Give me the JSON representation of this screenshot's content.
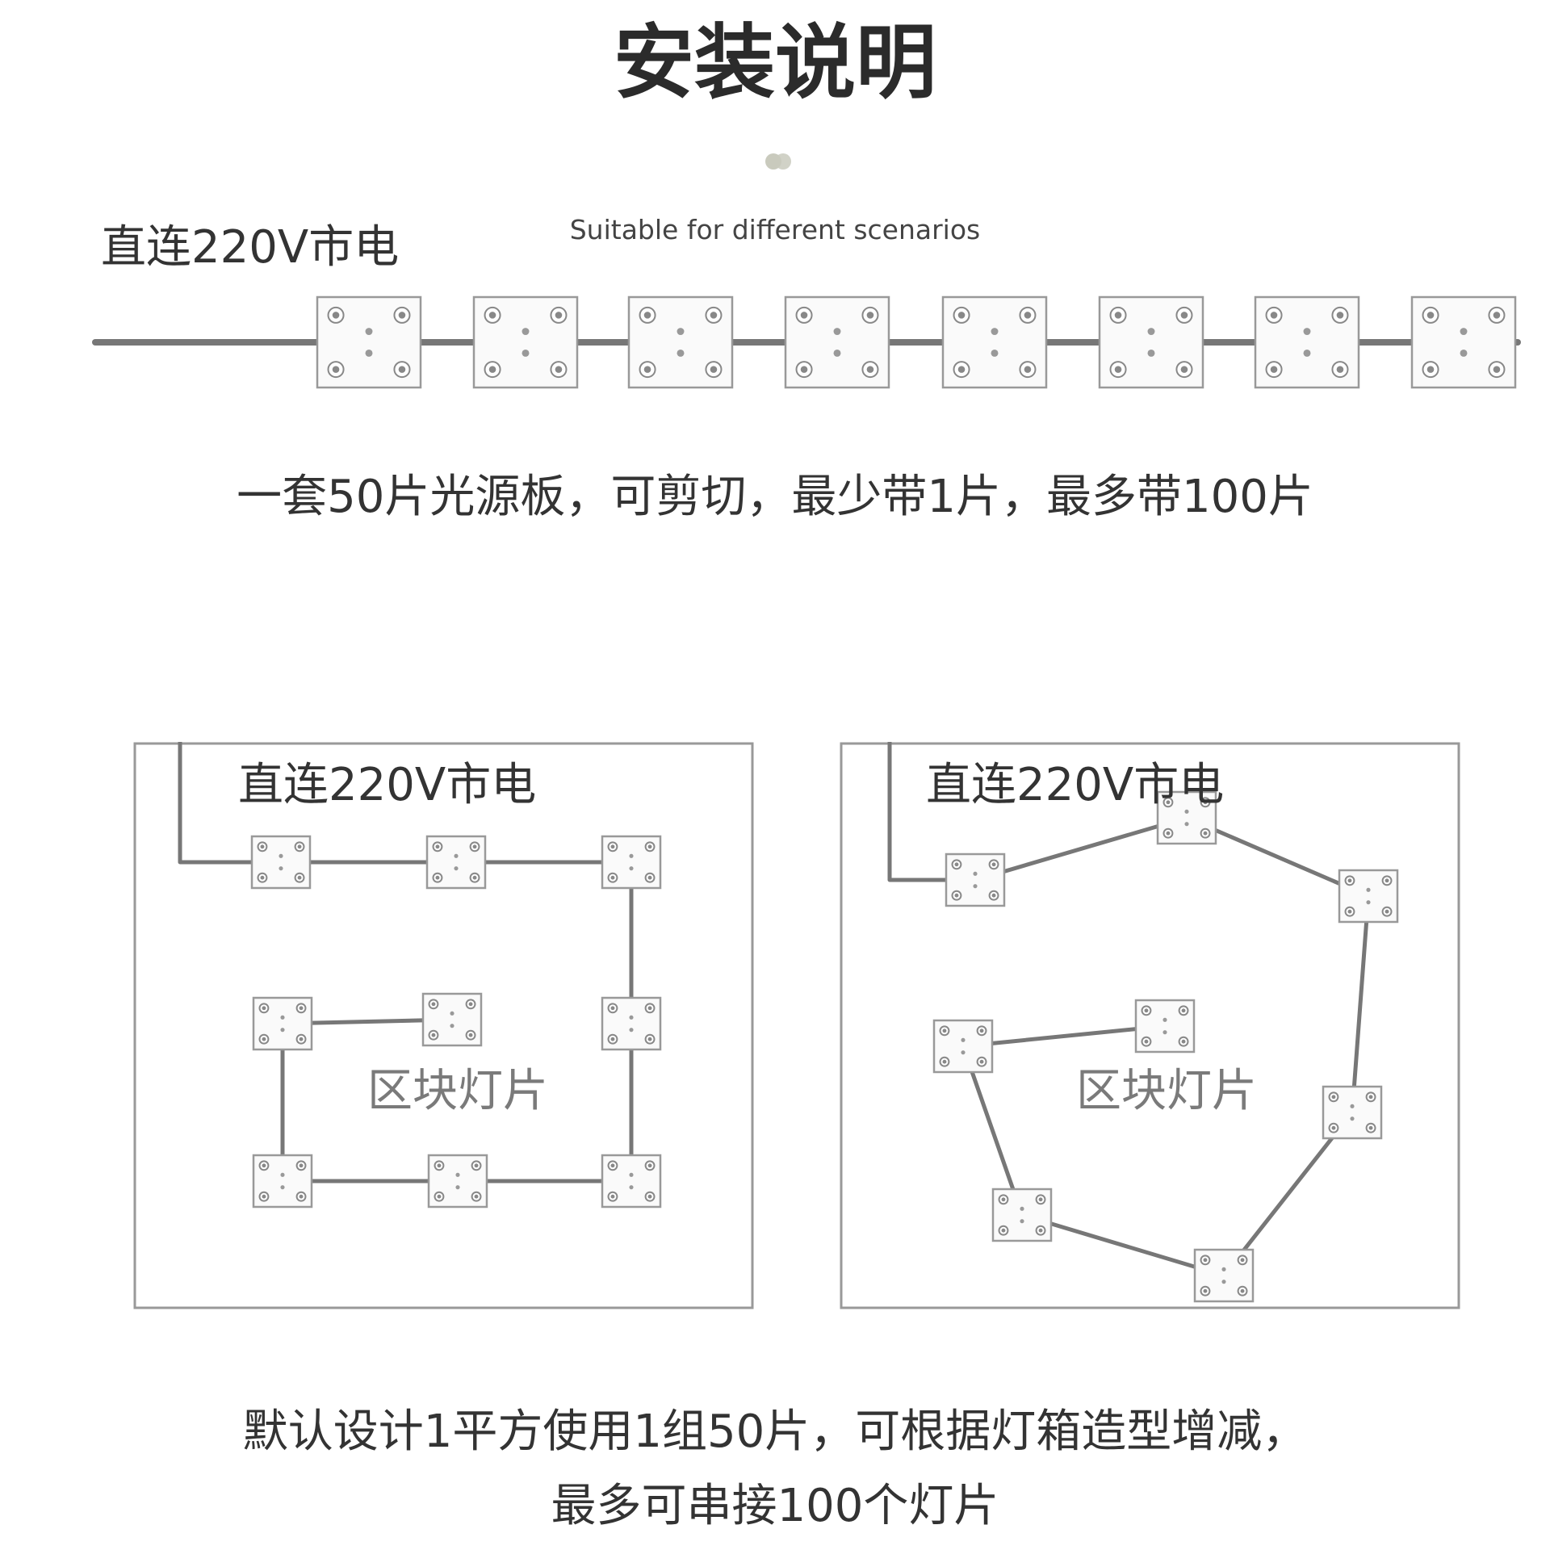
{
  "title": "安装说明",
  "subtitle": "Suitable for different scenarios",
  "mains_label": "直连220V市电",
  "caption_top": "一套50片光源板，可剪切，最少带1片，最多带100片",
  "panel_left": {
    "mains_label": "直连220V市电",
    "center_label": "区块灯片"
  },
  "panel_right": {
    "mains_label": "直连220V市电",
    "center_label": "区块灯片"
  },
  "caption_bottom_line1": "默认设计1平方使用1组50片，可根据灯箱造型增减，",
  "caption_bottom_line2": "最多可串接100个灯片",
  "colors": {
    "wire": "#777777",
    "module_border": "#999999",
    "frame": "#999999",
    "dot": "#c9cabd"
  }
}
